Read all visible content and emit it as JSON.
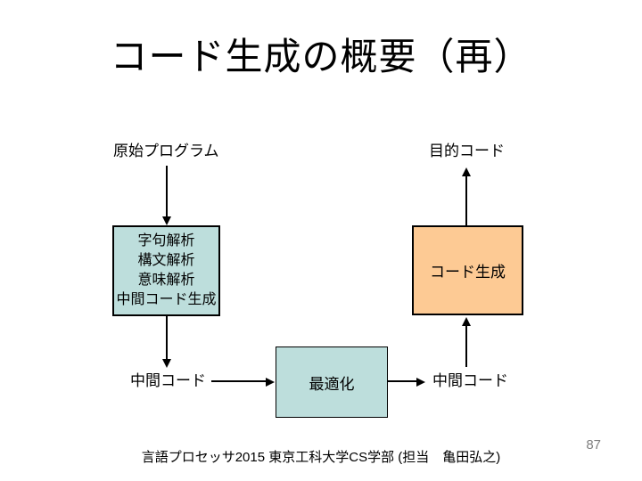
{
  "slide": {
    "title": "コード生成の概要（再）",
    "footer": "言語プロセッサ2015 東京工科大学CS学部 (担当　亀田弘之)",
    "page_number": "87",
    "background_color": "#ffffff"
  },
  "diagram": {
    "labels": {
      "source_program": "原始プログラム",
      "target_code": "目的コード",
      "intermediate_code_left": "中間コード",
      "intermediate_code_right": "中間コード"
    },
    "boxes": {
      "frontend": {
        "lines": [
          "字句解析",
          "構文解析",
          "意味解析",
          "中間コード生成"
        ],
        "fill": "#BDDEDC"
      },
      "optimizer": {
        "label": "最適化",
        "fill": "#BDDEDC"
      },
      "codegen": {
        "label": "コード生成",
        "fill": "#FDCA94"
      }
    },
    "arrow_color": "#000000"
  }
}
